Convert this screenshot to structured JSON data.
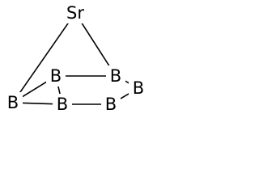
{
  "molecule": {
    "atoms": [
      {
        "id": "a0",
        "label": "Sr"
      },
      {
        "id": "a1",
        "label": "B"
      },
      {
        "id": "a2",
        "label": "B"
      },
      {
        "id": "a3",
        "label": "B"
      },
      {
        "id": "a4",
        "label": "B"
      },
      {
        "id": "a5",
        "label": "B"
      },
      {
        "id": "a6",
        "label": "B"
      }
    ],
    "bonds": [
      {
        "from": "a0",
        "to": "a1"
      },
      {
        "from": "a0",
        "to": "a4"
      },
      {
        "from": "a1",
        "to": "a5"
      },
      {
        "from": "a5",
        "to": "a6"
      },
      {
        "from": "a6",
        "to": "a3"
      },
      {
        "from": "a3",
        "to": "a4"
      },
      {
        "from": "a4",
        "to": "a2"
      },
      {
        "from": "a2",
        "to": "a1"
      },
      {
        "from": "a2",
        "to": "a5"
      }
    ]
  },
  "colors": {
    "bond": "#000000",
    "label": "#000000",
    "background": "#ffffff"
  }
}
